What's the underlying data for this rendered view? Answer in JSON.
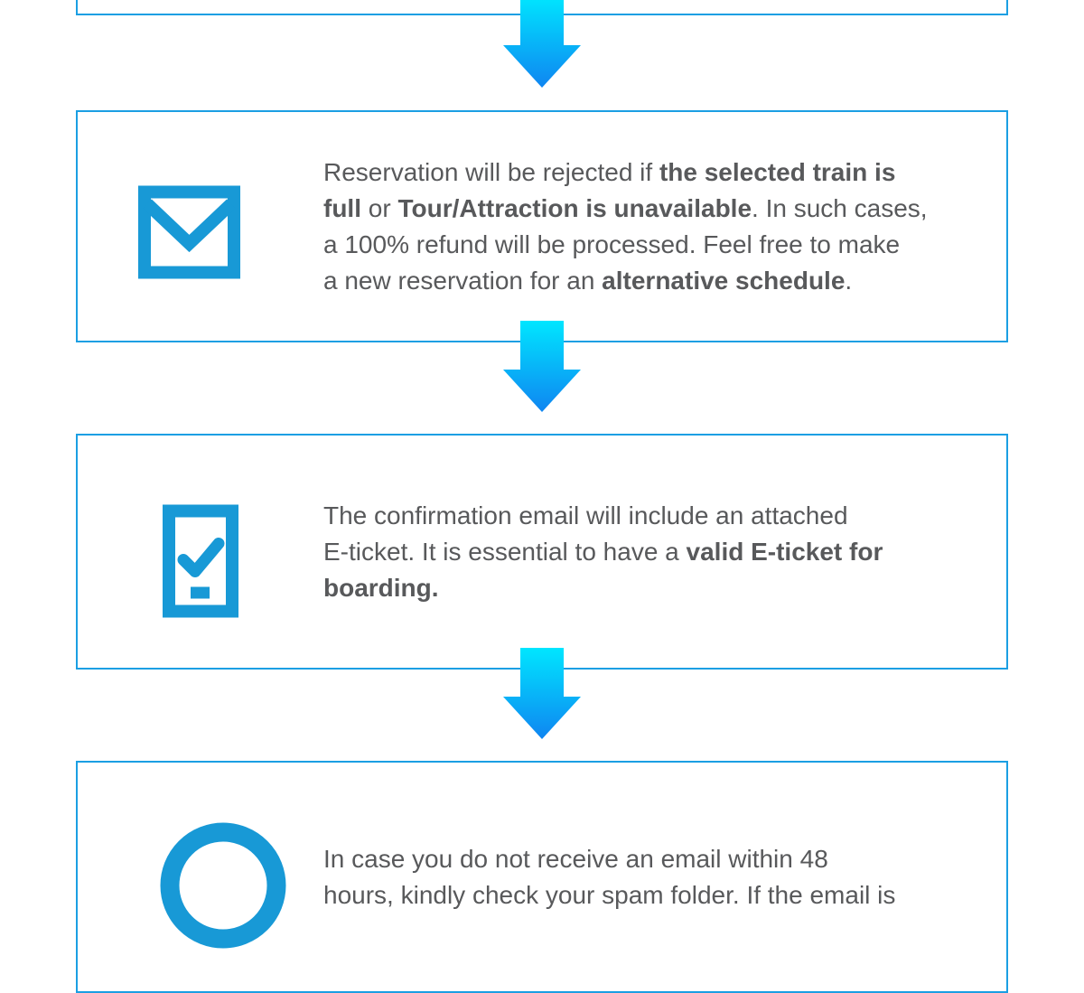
{
  "colors": {
    "box_border": "#1B9FE3",
    "icon_blue": "#1899D6",
    "arrow_gradient_top": "#00E6FF",
    "arrow_gradient_bottom": "#0F85F1",
    "text_gray": "#58595B",
    "background": "#FFFFFF"
  },
  "steps": [
    {
      "name": "reservation-rejection",
      "icon": "envelope-icon",
      "lines": [
        [
          {
            "t": "Reservation will be rejected if ",
            "b": 0
          },
          {
            "t": "the selected train is",
            "b": 1
          }
        ],
        [
          {
            "t": "full",
            "b": 1
          },
          {
            "t": " or ",
            "b": 0
          },
          {
            "t": "Tour/Attraction is unavailable",
            "b": 1
          },
          {
            "t": ". In such cases,",
            "b": 0
          }
        ],
        [
          {
            "t": "a 100% refund will be processed. Feel free to make",
            "b": 0
          }
        ],
        [
          {
            "t": "a new reservation for an ",
            "b": 0
          },
          {
            "t": "alternative schedule",
            "b": 1
          },
          {
            "t": ".",
            "b": 0
          }
        ]
      ]
    },
    {
      "name": "eticket-confirmation",
      "icon": "eticket-check-icon",
      "lines": [
        [
          {
            "t": "The confirmation email will include an attached",
            "b": 0
          }
        ],
        [
          {
            "t": "E-ticket. It is essential to have a ",
            "b": 0
          },
          {
            "t": "valid E-ticket for",
            "b": 1
          }
        ],
        [
          {
            "t": "boarding.",
            "b": 1
          }
        ]
      ]
    },
    {
      "name": "email-not-received",
      "icon": "clock-circle-icon",
      "lines": [
        [
          {
            "t": "In case you do not receive an email within 48",
            "b": 0
          }
        ],
        [
          {
            "t": "hours, kindly check your spam folder. If the email is",
            "b": 0
          }
        ]
      ]
    }
  ]
}
